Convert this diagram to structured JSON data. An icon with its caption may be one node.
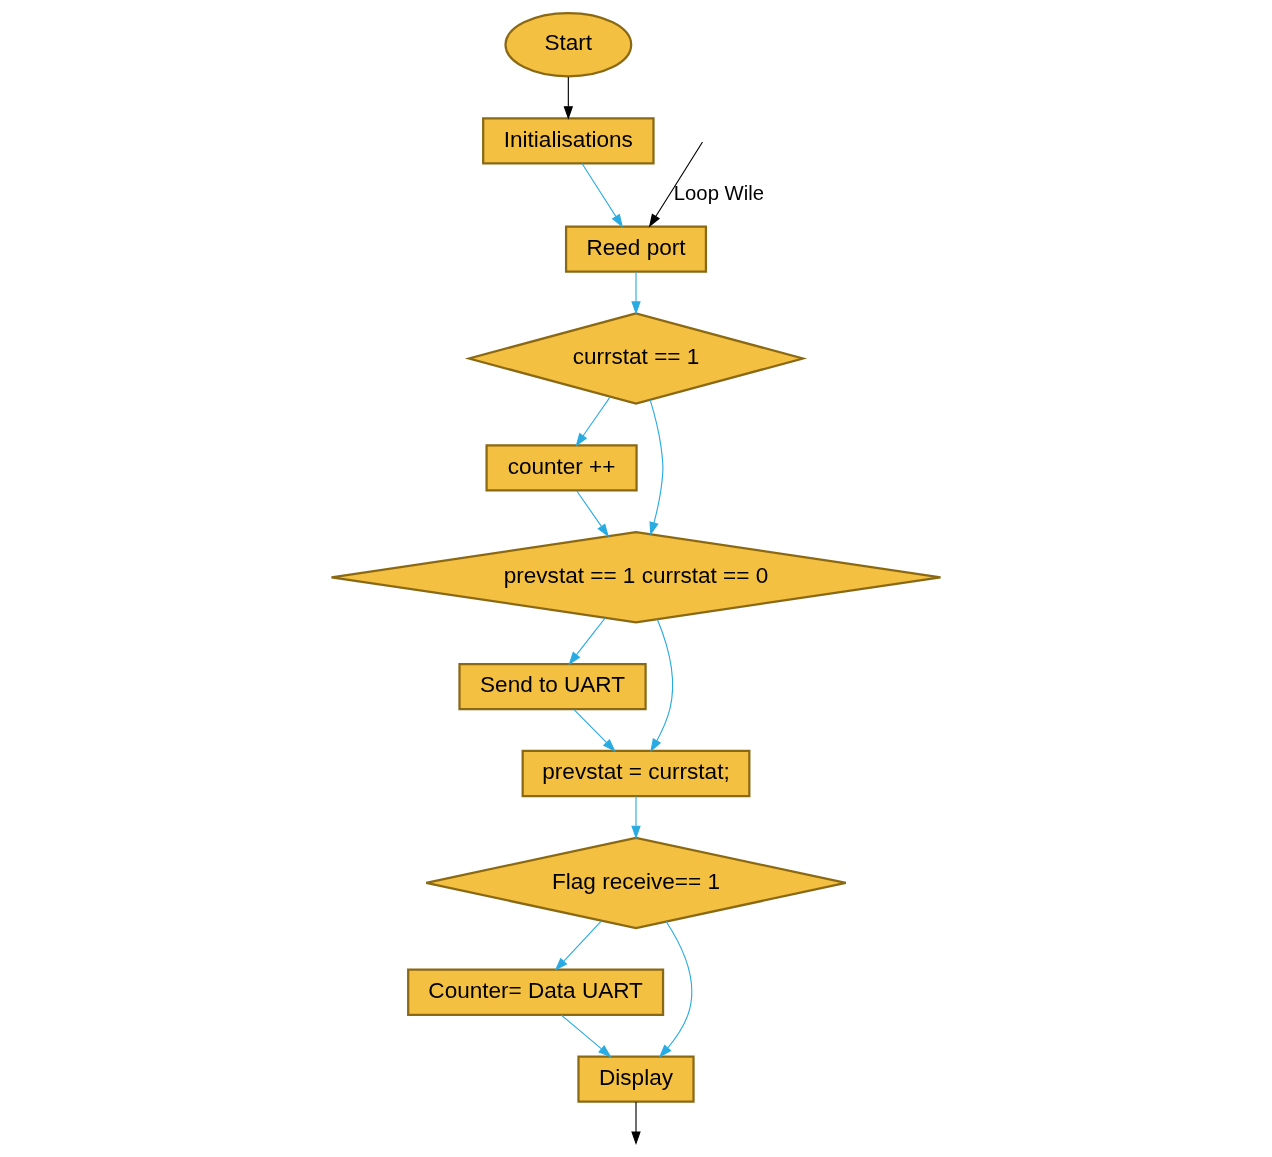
{
  "diagram": {
    "nodes": [
      {
        "text": [
          "Start"
        ]
      },
      {
        "text": [
          "Initialisations"
        ]
      },
      {
        "text": [
          "Reed port"
        ]
      },
      {
        "text": [
          "currstat == 1"
        ]
      },
      {
        "text": [
          "counter ++"
        ]
      },
      {
        "text": [
          "prevstat == 1 currstat == 0"
        ]
      },
      {
        "text": [
          "Send to UART"
        ]
      },
      {
        "text": [
          "prevstat = currstat;"
        ]
      },
      {
        "text": [
          "Flag receive== 1"
        ]
      },
      {
        "text": [
          "Counter= Data UART"
        ]
      },
      {
        "text": [
          "Display"
        ]
      }
    ],
    "edges": [
      {
        "from": 0,
        "to": 1,
        "arrow": "to",
        "color": "#000000"
      },
      {
        "from": 1,
        "to": 2,
        "arrow": "to"
      },
      {
        "from": 2,
        "to": 3,
        "arrow": "to"
      },
      {
        "from": 3,
        "to": 4,
        "arrow": "to"
      },
      {
        "from": 4,
        "to": 5,
        "arrow": "to"
      },
      {
        "from": 3,
        "to": 5,
        "arrow": "to"
      },
      {
        "from": 5,
        "to": 6,
        "arrow": "to"
      },
      {
        "from": 6,
        "to": 7,
        "arrow": "to"
      },
      {
        "from": 5,
        "to": 7,
        "arrow": "to"
      },
      {
        "from": 7,
        "to": 8,
        "arrow": "to"
      },
      {
        "from": 8,
        "to": 9,
        "arrow": "to"
      },
      {
        "from": 9,
        "to": 10,
        "arrow": "to"
      },
      {
        "from": 8,
        "to": 10,
        "arrow": "to"
      },
      {
        "from": 10,
        "to": null,
        "arrow": "to",
        "color": "#000000"
      },
      {
        "from": null,
        "to": 2,
        "arrow": "to",
        "label": "Loop Wile",
        "color": "#000000"
      }
    ]
  }
}
